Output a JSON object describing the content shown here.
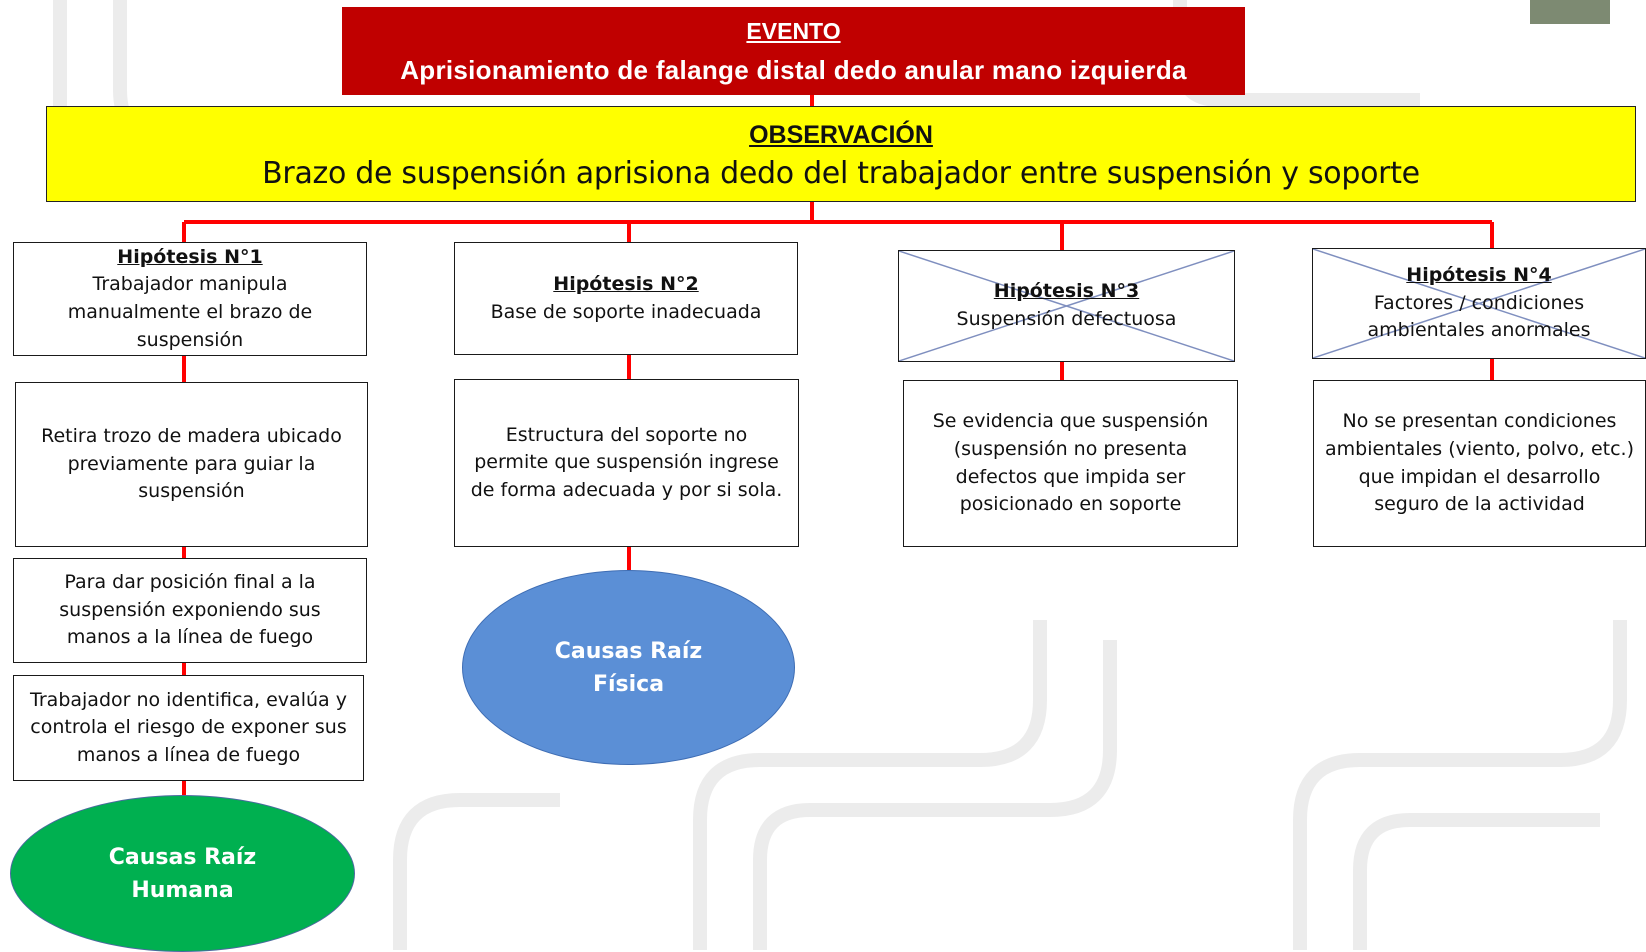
{
  "evento": {
    "title": "EVENTO",
    "description": "Aprisionamiento de falange distal dedo anular mano izquierda"
  },
  "observacion": {
    "title": "OBSERVACIÓN",
    "description": "Brazo de suspensión aprisiona dedo del trabajador entre suspensión y soporte"
  },
  "hypotheses": [
    {
      "title": "Hipótesis N°1",
      "text": "Trabajador manipula manualmente el brazo de suspensión",
      "discarded": false
    },
    {
      "title": "Hipótesis N°2",
      "text": "Base de soporte inadecuada",
      "discarded": false
    },
    {
      "title": "Hipótesis N°3",
      "text": "Suspensión defectuosa",
      "discarded": true
    },
    {
      "title": "Hipótesis N°4",
      "text": "Factores / condiciones ambientales anormales",
      "discarded": true
    }
  ],
  "h1_chain": [
    "Retira trozo de madera ubicado previamente para guiar la suspensión",
    "Para dar  posición final a la suspensión exponiendo sus manos a la línea de fuego",
    "Trabajador no identifica, evalúa y controla el riesgo de exponer sus manos a línea de fuego"
  ],
  "h2_chain": [
    "Estructura del soporte no permite que suspensión ingrese de forma adecuada y por si sola."
  ],
  "h3_chain": [
    "Se evidencia que suspensión (suspensión no presenta defectos que impida ser posicionado en soporte"
  ],
  "h4_chain": [
    "No se presentan condiciones ambientales (viento, polvo, etc.) que impidan el desarrollo seguro de la actividad"
  ],
  "root_causes": {
    "human": {
      "line1": "Causas Raíz",
      "line2": "Humana",
      "color": "#00b050"
    },
    "physical": {
      "line1": "Causas Raíz",
      "line2": "Física",
      "color": "#5b8fd6"
    }
  },
  "colors": {
    "connector": "#ff0000",
    "evento_bg": "#c00000",
    "observacion_bg": "#ffff00",
    "cross": "#7f8fbf"
  }
}
